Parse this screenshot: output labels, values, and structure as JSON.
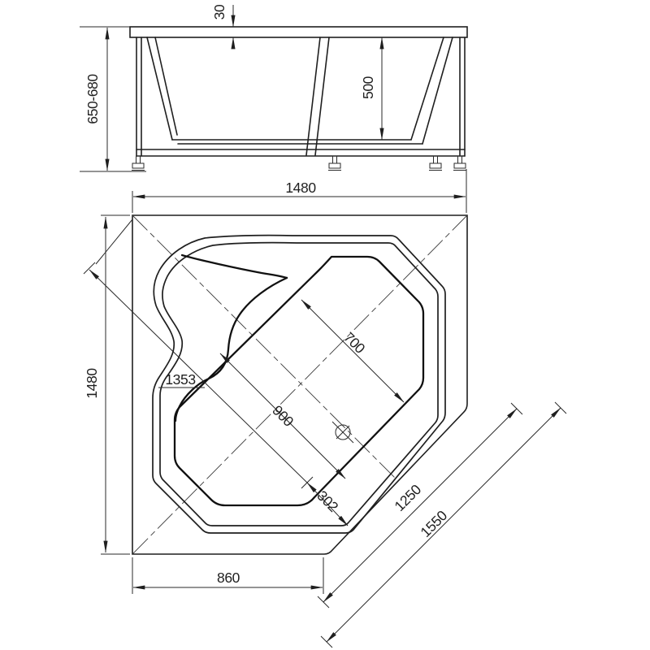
{
  "app": {
    "title": "Corner bathtub technical drawing",
    "background": "#ffffff",
    "line_color": "#1f1f1f"
  },
  "views": {
    "front": {
      "label": "front-elevation",
      "dimensions": {
        "rim_thickness": "30",
        "inner_depth": "500",
        "height_range": "650-680"
      }
    },
    "plan": {
      "label": "plan-view",
      "dimensions": {
        "width_top": "1480",
        "height_left": "1480",
        "corner_to_drain": "1353",
        "basin_inner_width": "700",
        "basin_rim_width": "900",
        "drain_to_front": "302",
        "front_inner": "1250",
        "front_outer": "1550",
        "bottom_width": "860"
      }
    }
  }
}
